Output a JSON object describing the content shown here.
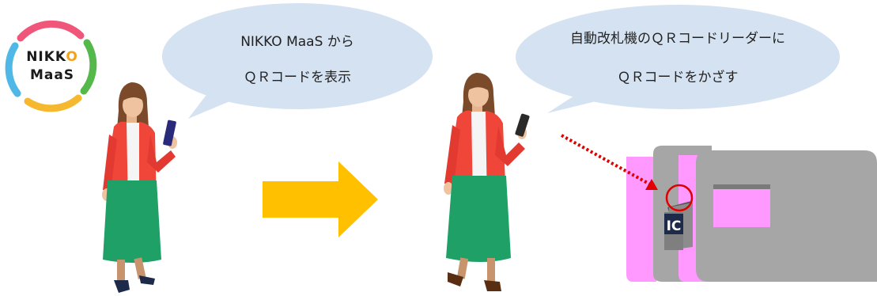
{
  "logo": {
    "line1_prefix": "NIKK",
    "line1_accent": "O",
    "line2": "MaaS",
    "ring_colors": [
      "#f0567a",
      "#f5b82e",
      "#55b84a",
      "#4fb8e6"
    ],
    "accent_color": "#f5a21b"
  },
  "bubble_left": {
    "line1": "NIKKO MaaS から",
    "line2": "ＱＲコードを表示"
  },
  "bubble_right": {
    "line1": "自動改札機のＱＲコードリーダーに",
    "line2": "ＱＲコードをかざす"
  },
  "gate": {
    "ic_label": "IC"
  },
  "colors": {
    "bubble": "#d5e2f1",
    "arrow": "#ffc000",
    "gate_gray": "#a6a6a6",
    "gate_pink": "#ff99ff",
    "cardigan": "#f0463a",
    "skirt": "#1fa066",
    "pointer": "#e00000"
  }
}
